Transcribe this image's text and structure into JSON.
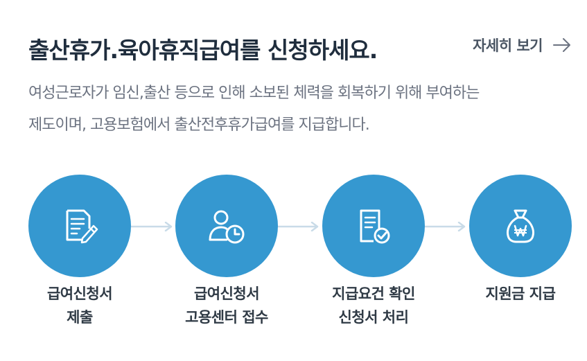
{
  "header": {
    "title": "출산휴가.육아휴직급여를 신청하세요.",
    "more_label": "자세히 보기",
    "arrow_icon": "arrow-right-icon"
  },
  "description": {
    "line1": "여성근로자가 임신,출산 등으로 인해 소보된 체력을 회복하기 위해 부여하는",
    "line2": "제도이며, 고용보험에서 출산전후휴가급여를 지급합니다."
  },
  "steps": [
    {
      "icon": "document-edit-icon",
      "line1": "급여신청서",
      "line2": "제출"
    },
    {
      "icon": "user-clock-icon",
      "line1": "급여신청서",
      "line2": "고용센터 접수"
    },
    {
      "icon": "document-check-icon",
      "line1": "지급요건 확인",
      "line2": "신청서 처리"
    },
    {
      "icon": "money-bag-icon",
      "line1": "지원금 지급",
      "line2": ""
    }
  ],
  "colors": {
    "circle": "#3598d0",
    "title": "#1f2d3d",
    "text": "#6b7280",
    "connector": "#c9dbe8"
  }
}
